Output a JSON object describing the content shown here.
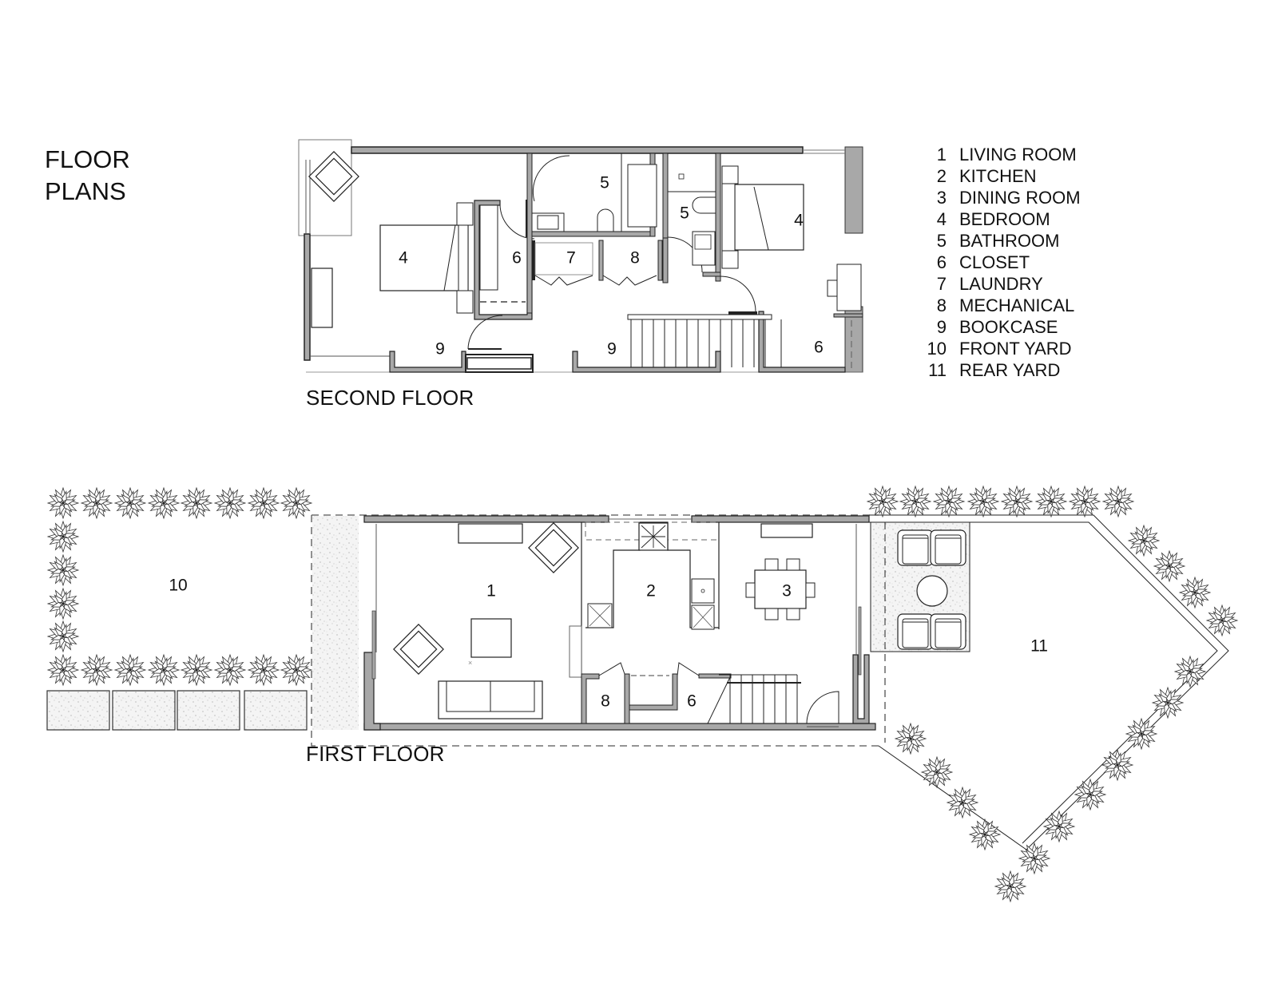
{
  "title": {
    "line1": "FLOOR",
    "line2": "PLANS"
  },
  "floors": {
    "second": {
      "label": "SECOND FLOOR"
    },
    "first": {
      "label": "FIRST FLOOR"
    }
  },
  "legend": [
    {
      "num": "1",
      "label": "LIVING ROOM"
    },
    {
      "num": "2",
      "label": "KITCHEN"
    },
    {
      "num": "3",
      "label": "DINING ROOM"
    },
    {
      "num": "4",
      "label": "BEDROOM"
    },
    {
      "num": "5",
      "label": "BATHROOM"
    },
    {
      "num": "6",
      "label": "CLOSET"
    },
    {
      "num": "7",
      "label": "LAUNDRY"
    },
    {
      "num": "8",
      "label": "MECHANICAL"
    },
    {
      "num": "9",
      "label": "BOOKCASE"
    },
    {
      "num": "10",
      "label": "FRONT YARD"
    },
    {
      "num": "11",
      "label": "REAR YARD"
    }
  ],
  "second_floor_rooms": {
    "bedroom_west": "4",
    "closet_west": "6",
    "bath_a": "5",
    "laundry": "7",
    "mechanical": "8",
    "bath_b": "5",
    "bedroom_east": "4",
    "bookcase_west": "9",
    "bookcase_center": "9",
    "closet_east": "6"
  },
  "first_floor_rooms": {
    "front_yard": "10",
    "living": "1",
    "kitchen": "2",
    "dining": "3",
    "mechanical": "8",
    "closet": "6",
    "rear_yard": "11"
  },
  "colors": {
    "wall_fill": "#a8a8a8",
    "line": "#222222",
    "paving": "#ececec"
  }
}
